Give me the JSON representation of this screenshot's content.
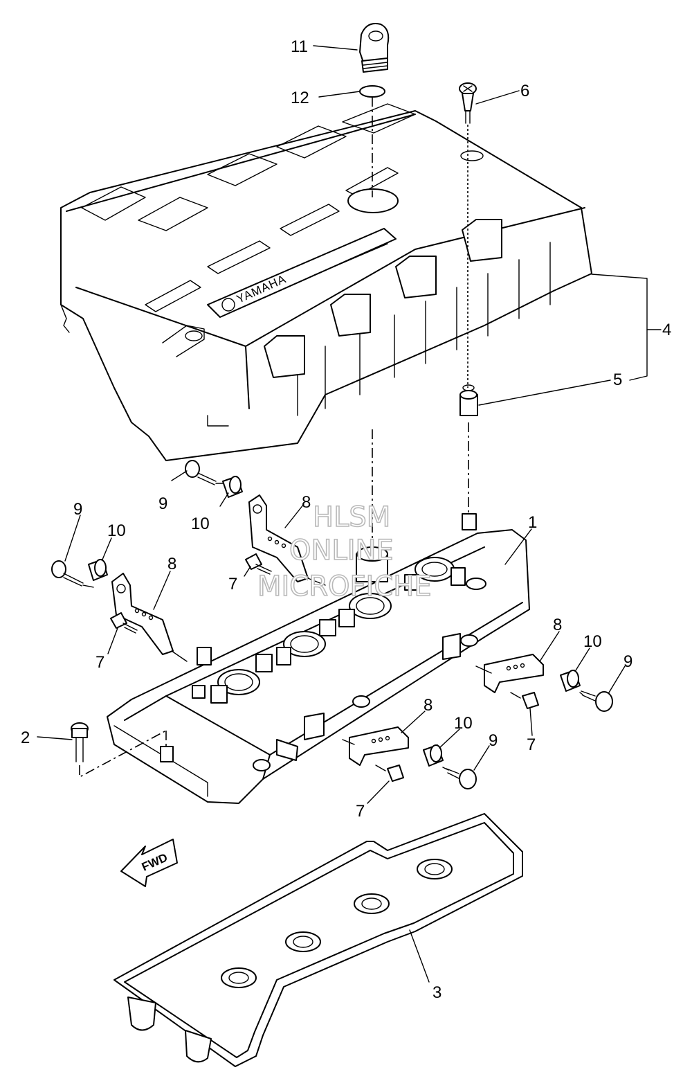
{
  "callouts": {
    "c1": "1",
    "c2": "2",
    "c3": "3",
    "c4": "4",
    "c5": "5",
    "c6": "6",
    "c7a": "7",
    "c7b": "7",
    "c7c": "7",
    "c7d": "7",
    "c8a": "8",
    "c8b": "8",
    "c8c": "8",
    "c8d": "8",
    "c9a": "9",
    "c9b": "9",
    "c9c": "9",
    "c9d": "9",
    "c10a": "10",
    "c10b": "10",
    "c10c": "10",
    "c10d": "10",
    "c11": "11",
    "c12": "12"
  },
  "cover_brand": "YAMAHA",
  "fwd_label": "FWD",
  "watermark": {
    "line1": "HLSM",
    "line2": "ONLINE",
    "line3": "MICROFICHE"
  }
}
